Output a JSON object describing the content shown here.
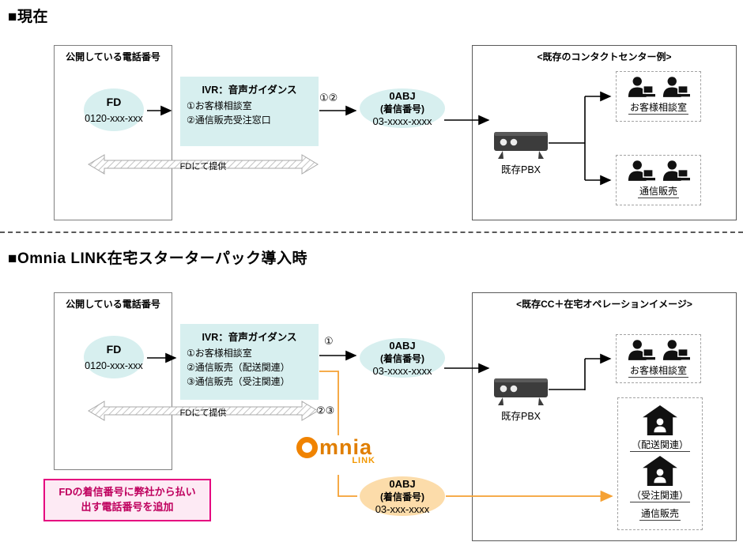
{
  "colors": {
    "teal_fill": "#d7efef",
    "orange_accent": "#f5a133",
    "orange_logo": "#e07e00",
    "orange_ellipse": "#fcdcaa",
    "pink_border": "#e5007f",
    "pink_bg": "#fdeaf4",
    "pink_text": "#bf005e"
  },
  "current": {
    "heading": "■現在",
    "phone_box_title": "公開している電話番号",
    "fd_label": "FD",
    "fd_number": "0120-xxx-xxx",
    "ivr_title": "IVR：音声ガイダンス",
    "ivr_items": [
      "①お客様相談室",
      "②通信販売受注窓口"
    ],
    "provide_arrow_label": "FDにて提供",
    "route_label": "①②",
    "abj_name": "0ABJ",
    "abj_sub": "(着信番号)",
    "abj_number": "03-xxxx-xxxx",
    "pbx_label": "既存PBX",
    "center_title": "<既存のコンタクトセンター例>",
    "group1_label": "お客様相談室",
    "group2_label": "通信販売"
  },
  "omnia": {
    "heading": "■Omnia LINK在宅スターターパック導入時",
    "phone_box_title": "公開している電話番号",
    "fd_label": "FD",
    "fd_number": "0120-xxx-xxx",
    "ivr_title": "IVR：音声ガイダンス",
    "ivr_items": [
      "①お客様相談室",
      "②通信販売（配送関連）",
      "③通信販売（受注関連）"
    ],
    "provide_arrow_label": "FDにて提供",
    "route1_label": "①",
    "route2_label": "②③",
    "abj1": {
      "name": "0ABJ",
      "sub": "(着信番号)",
      "number": "03-xxxx-xxxx"
    },
    "abj2": {
      "name": "0ABJ",
      "sub": "(着信番号)",
      "number": "03-xxx-xxxx"
    },
    "pbx_label": "既存PBX",
    "center_title": "<既存CC＋在宅オペレーションイメージ>",
    "group1_label": "お客様相談室",
    "home1_label": "（配送関連）",
    "home2_label": "（受注関連）",
    "group2_label": "通信販売",
    "logo": {
      "text": "mnia",
      "sub": "LINK"
    },
    "note_line1": "FDの着信番号に弊社から払い",
    "note_line2": "出す電話番号を追加"
  }
}
